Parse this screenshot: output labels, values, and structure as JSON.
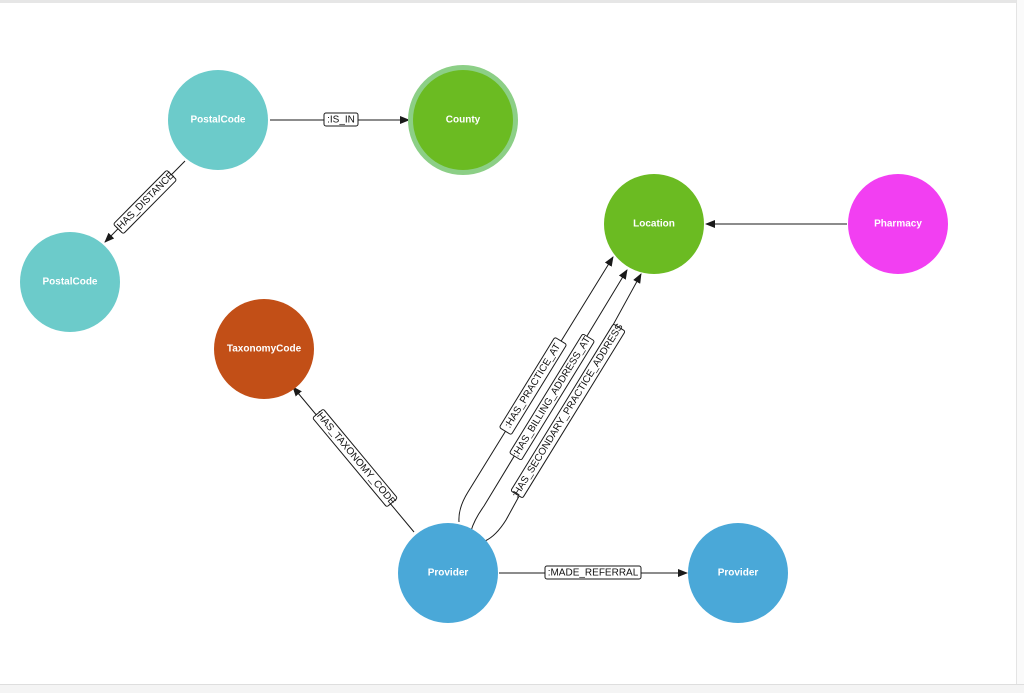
{
  "colors": {
    "postal_code": "#6ccbca",
    "county": "#6bbb22",
    "county_ring": "#8ccf86",
    "location": "#6bbb22",
    "pharmacy": "#f23ff2",
    "taxonomy_code": "#c24f17",
    "provider": "#4aa8d8",
    "edge": "#1a1a1a"
  },
  "nodes": {
    "postal_code_a": "PostalCode",
    "postal_code_b": "PostalCode",
    "county": "County",
    "location": "Location",
    "pharmacy": "Pharmacy",
    "taxonomy_code": "TaxonomyCode",
    "provider_a": "Provider",
    "provider_b": "Provider"
  },
  "relationships": {
    "is_in": ":IS_IN",
    "has_distance": ":HAS_DISTANCE",
    "has_taxonomy_code": ":HAS_TAXONOMY_CODE",
    "has_practice_at": ":HAS_PRACTICE_AT",
    "has_billing_address_at": ":HAS_BILLING_ADDRESS_AT",
    "has_secondary_practice_address": ":HAS_SECONDARY_PRACTICE_ADDRESS",
    "made_referral": ":MADE_REFERRAL"
  }
}
